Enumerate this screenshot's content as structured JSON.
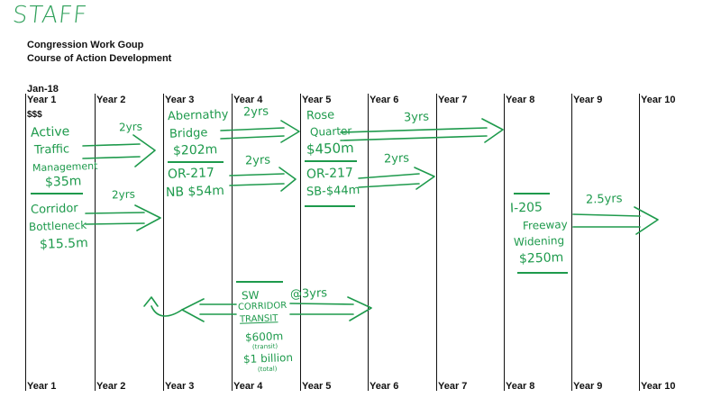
{
  "header": {
    "stamp": "STAFF",
    "title_line1": "Congression Work Goup",
    "title_line2": "Course of Action Development",
    "date": "Jan-18",
    "money_symbol": "$$$"
  },
  "years_top": [
    "Year 1",
    "Year 2",
    "Year 3",
    "Year 4",
    "Year 5",
    "Year 6",
    "Year 7",
    "Year 8",
    "Year 9",
    "Year 10"
  ],
  "years_bottom": [
    "Year 1",
    "Year 2",
    "Year 3",
    "Year 4",
    "Year 5",
    "Year 6",
    "Year 7",
    "Year 8",
    "Year 9",
    "Year 10"
  ],
  "projects": {
    "atm": {
      "lines": [
        "Active",
        "Traffic",
        "Management",
        "$35m"
      ]
    },
    "corridor_bottleneck": {
      "lines": [
        "Corridor",
        "Bottleneck",
        "$15.5m"
      ]
    },
    "abernethy": {
      "lines": [
        "Abernathy",
        "Bridge",
        "$202m"
      ]
    },
    "or217_nb": {
      "lines": [
        "OR-217",
        "NB $54m"
      ]
    },
    "rose_quarter": {
      "lines": [
        "Rose",
        "Quarter",
        "$450m"
      ]
    },
    "or217_sb": {
      "lines": [
        "OR-217",
        "SB-$44m"
      ]
    },
    "i205": {
      "lines": [
        "I-205",
        "Freeway",
        "Widening",
        "$250m"
      ]
    },
    "sw_corridor": {
      "lines": [
        "SW",
        "CORRIDOR",
        "TRANSIT",
        "$600m",
        "(transit)",
        "$1 billion",
        "(total)"
      ]
    }
  },
  "durations": {
    "atm": "2yrs",
    "corridor": "2yrs",
    "abernethy": "2yrs",
    "or217_nb": "2yrs",
    "rose_quarter": "3yrs",
    "or217_sb": "2yrs",
    "i205": "2.5yrs",
    "sw_corridor": "@3yrs"
  },
  "colors": {
    "ink": "#1e9a4c",
    "grid": "#111111"
  }
}
